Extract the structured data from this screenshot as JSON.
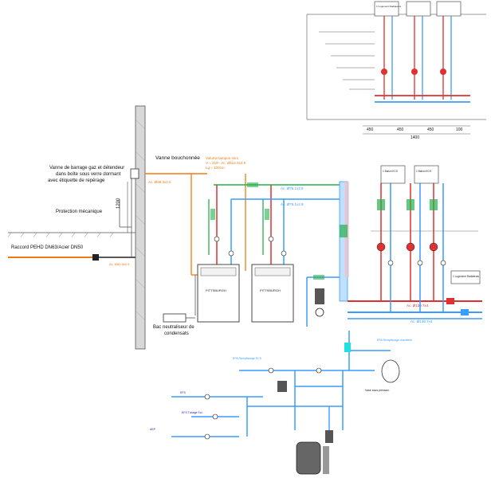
{
  "labels": {
    "gas_valve": "Vanne de barrage gaz et détendeur dans boîte sous verre dormant avec étiquette de repérage",
    "mech_protection": "Protection mécanique",
    "pehd_fitting": "Raccord PEHD DN63/Acier DN50",
    "plugged_valve": "Vanne bouchonnée",
    "neutralizer": "Bac neutraliseur de condensats",
    "height_1200": "1200",
    "boiler_1": "PITTSBURGH",
    "boiler_2": "PITTSBURGH",
    "buffer_volume": "Volume tampon mini",
    "buffer_detail": "V = 210 - Ac. Ø114.3x3.6",
    "buffer_lg": "Lg = 100cm",
    "pipe_ac_top": "Ac. Ø76.1x2.9",
    "pipe_ac_mid": "Ac. Ø76.1x2.9",
    "pipe_ac_gas": "Ac. Ø48.3x2.6",
    "pipe_orange": "Ac. Ø60.3x2.9",
    "pipe_right_1": "Ac. Ø139.7x4",
    "pipe_right_2": "Ac. Ø139.7x4",
    "ballon": "Vase sous pression",
    "epa_ecs": "EPA Remplissage ECS",
    "epa_chauff": "EPA Remplissage chaufferie",
    "efs_1": "EFS",
    "efs_2": "EFS Tubage Sol",
    "aep": "AEP",
    "inset_dim_a": "450",
    "inset_dim_b": "450",
    "inset_dim_c": "450",
    "inset_dim_d": "100",
    "inset_dim_e": "1400",
    "legend_pump_1": "1 Ballon ECS",
    "legend_pump_2": "1 Ballon ECS",
    "legend_pump_3": "1 Logement Radiateurs",
    "legend_pump_4": "1 Logement Radiateurs"
  },
  "colors": {
    "blue": "#3b9cff",
    "red": "#e03030",
    "green": "#23b14d",
    "orange": "#f07a10",
    "wall": "#888888",
    "dark": "#222222"
  }
}
